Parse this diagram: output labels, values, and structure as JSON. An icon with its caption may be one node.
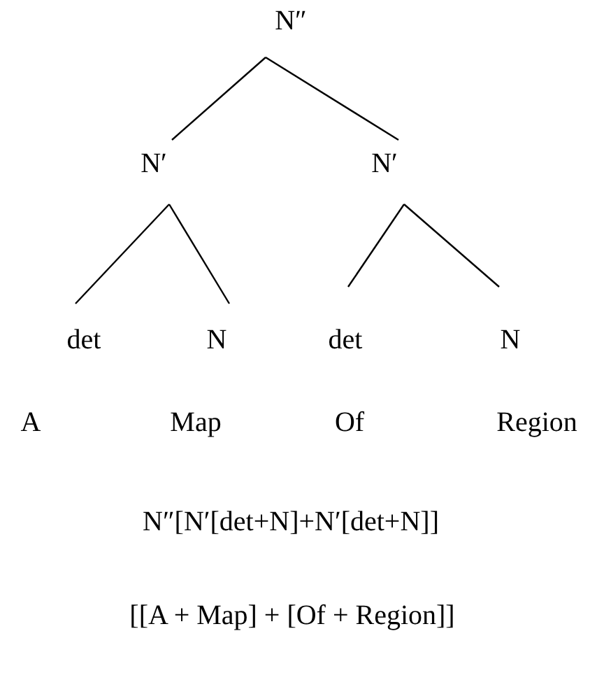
{
  "diagram": {
    "nodes": [
      {
        "text": [
          "N″"
        ]
      },
      {
        "text": [
          "N′"
        ]
      },
      {
        "text": [
          "N′"
        ]
      },
      {
        "text": [
          "det"
        ]
      },
      {
        "text": [
          "N"
        ]
      },
      {
        "text": [
          "det"
        ]
      },
      {
        "text": [
          "N"
        ]
      }
    ],
    "edges": [
      {
        "from": 0,
        "to": 1,
        "arrow": "none"
      },
      {
        "from": 0,
        "to": 2,
        "arrow": "none"
      },
      {
        "from": 1,
        "to": 3,
        "arrow": "none"
      },
      {
        "from": 1,
        "to": 4,
        "arrow": "none"
      },
      {
        "from": 2,
        "to": 5,
        "arrow": "none"
      },
      {
        "from": 2,
        "to": 6,
        "arrow": "none"
      }
    ],
    "labels": [
      "A",
      "Map",
      "Of",
      "Region",
      "N″[N′[det+N]+N′[det+N]]",
      "[[A + Map] + [Of + Region]]"
    ]
  }
}
